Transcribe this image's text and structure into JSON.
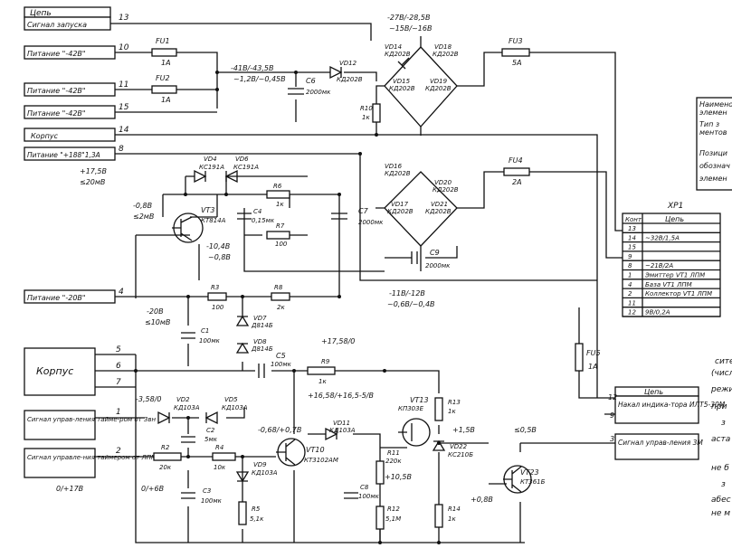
{
  "inputs": {
    "tsep": "Цепь",
    "signal_start": "Сигнал запуска",
    "pit42a": "Питание \"-42В\"",
    "pit42b": "Питание \"-42В\"",
    "pit42c": "Питание \"-42В\"",
    "korpus": "Корпус",
    "pit188": "Питание \"+188\"1,3А",
    "pit20": "Питание \"-20В\"",
    "korpus2": "Корпус",
    "sig_upr_timer": "Сигнал управ-ления тайме-ром от 3вн",
    "sig_upr_lpm": "Сигнал управле-ния таймером от ЛПМ"
  },
  "pins": {
    "p13": "13",
    "p10": "10",
    "p11": "11",
    "p15": "15",
    "p14": "14",
    "p8": "8",
    "p4": "4",
    "p5": "5",
    "p6": "6",
    "p7": "7",
    "p1": "1",
    "p2": "2"
  },
  "fuses": {
    "fu1": "FU1",
    "fu1v": "1A",
    "fu2": "FU2",
    "fu2v": "1A",
    "fu3": "FU3",
    "fu3v": "5A",
    "fu4": "FU4",
    "fu4v": "2A",
    "fu5": "FU5",
    "fu5v": "1A"
  },
  "volt": {
    "v27": "-27В/-28,5В",
    "v27b": "~15В/~16В",
    "v41": "-41В/-43,5В",
    "v41b": "~1,2В/~0,45В",
    "v175": "+17,5В",
    "v175b": "≤20мВ",
    "v08": "-0,8В",
    "v08b": "≤2мВ",
    "v104": "-10,4В",
    "v104b": "~0,8В",
    "v20": "-20В",
    "v20b": "≤10мВ",
    "v11": "-11В/-12В",
    "v11b": "~0,6В/~0,4В",
    "v1758": "+17,58/0",
    "v165": "+16,58/+16,5-5/В",
    "v358": "-3,58/0",
    "v068": "-0,68/+0,7В",
    "v0_17": "0/+17В",
    "v0_6": "0/+6В",
    "v158": "+1,5В",
    "v105": "+10,5В",
    "v088": "+0,8В",
    "v05": "≤0,5В"
  },
  "comp": {
    "c6": "С6",
    "c6v": "2000мк",
    "vd12": "VD12",
    "vd12v": "КД202В",
    "vd14": "VD14",
    "vd14v": "КД202В",
    "vd15": "VD15",
    "vd15v": "КД202В",
    "vd18": "VD18",
    "vd18v": "КД202В",
    "vd19": "VD19",
    "vd19v": "КД202В",
    "r10": "R10",
    "r10v": "1к",
    "vd4": "VD4",
    "vd4v": "КС191А",
    "vd6": "VD6",
    "vd6v": "КС191А",
    "vt3": "VT3",
    "vt3v": "КТ814А",
    "r6": "R6",
    "r6v": "1к",
    "c4": "С4",
    "c4v": "0,15мк",
    "r7": "R7",
    "r7v": "100",
    "c7": "С7",
    "c7v": "2000мк",
    "vd16": "VD16",
    "vd16v": "КД202В",
    "vd17": "VD17",
    "vd17v": "КД202В",
    "vd20": "VD20",
    "vd20v": "КД202В",
    "vd21": "VD21",
    "vd21v": "КД202В",
    "c9": "С9",
    "c9v": "2000мк",
    "r3": "R3",
    "r3v": "100",
    "r8": "R8",
    "r8v": "2к",
    "c1": "С1",
    "c1v": "100мк",
    "vd7": "VD7",
    "vd7v": "Д814Б",
    "vd8": "VD8",
    "vd8v": "Д814Б",
    "c5": "С5",
    "c5v": "100мк",
    "r9": "R9",
    "r9v": "1к",
    "vd2": "VD2",
    "vd2v": "КД103А",
    "vd5": "VD5",
    "vd5v": "КД103А",
    "c2": "С2",
    "c2v": "5мк",
    "r2": "R2",
    "r2v": "20к",
    "r4": "R4",
    "r4v": "10к",
    "c3": "С3",
    "c3v": "100мк",
    "vd9": "VD9",
    "vd9v": "КД103А",
    "r5": "R5",
    "r5v": "5,1к",
    "vt10": "VT10",
    "vt10v": "КТ3102АМ",
    "vd11": "VD11",
    "vd11v": "КД103А",
    "c8": "С8",
    "c8v": "100мк",
    "vt13": "VT13",
    "vt13v": "КП303Е",
    "r11": "R11",
    "r11v": "220к",
    "r12": "R12",
    "r12v": "5,1М",
    "r13": "R13",
    "r13v": "1к",
    "vd22": "VD22",
    "vd22v": "КС210Б",
    "r14": "R14",
    "r14v": "1к",
    "vt23": "VT23",
    "vt23v": "КТ361Б"
  },
  "xp1": {
    "title": "ХР1",
    "h_kont": "Конт",
    "h_tsep": "Цепь",
    "rows": [
      {
        "k": "13",
        "t": ""
      },
      {
        "k": "14",
        "t": "~32В/1,5А"
      },
      {
        "k": "15",
        "t": ""
      },
      {
        "k": "9",
        "t": ""
      },
      {
        "k": "8",
        "t": "~21В/2А"
      },
      {
        "k": "1",
        "t": "Эмиттер VT1 ЛПМ"
      },
      {
        "k": "4",
        "t": "База VT1 ЛПМ"
      },
      {
        "k": "2",
        "t": "Коллектор VT1 ЛПМ"
      },
      {
        "k": "11",
        "t": ""
      },
      {
        "k": "12",
        "t": "9В/0,2А"
      }
    ]
  },
  "outbox": {
    "tsep": "Цепь",
    "nakal": "Накал индика-тора ИЛТ5-30М",
    "sig3m": "Сигнал управ-ления 3М",
    "p12": "12",
    "p9": "9",
    "p3": "3"
  },
  "side": {
    "t1": "Наимено",
    "t2": "элемен",
    "t3": "Тип з",
    "t4": "ментов",
    "t5": "Позици",
    "t6": "обознач",
    "t7": "элемен",
    "s1": "сите",
    "s2": "(числ",
    "s3": "режи",
    "s4": "при",
    "s5": "з",
    "s6": "аста",
    "s7": "не б",
    "s8": "з",
    "s9": "абес",
    "s10": "не м"
  }
}
